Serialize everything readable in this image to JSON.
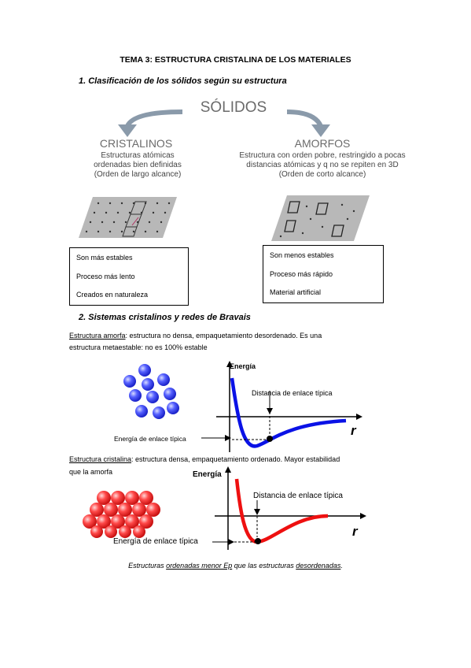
{
  "title": "TEMA 3: ESTRUCTURA CRISTALINA DE LOS MATERIALES",
  "section1": {
    "heading": "1.   Clasificación de los sólidos según su estructura",
    "diagram": {
      "root": "SÓLIDOS",
      "left_title": "CRISTALINOS",
      "left_desc": [
        "Estructuras atómicas",
        "ordenadas bien definidas",
        "(Orden de largo alcance)"
      ],
      "right_title": "AMORFOS",
      "right_desc": [
        "Estructura con orden pobre, restringido a pocas",
        "distancias atómicas y q no se repiten en 3D",
        "(Orden de corto alcance)"
      ],
      "arrow_color": "#8a9aaa",
      "title_color": "#6b6b6b"
    },
    "left_box": [
      "Son más estables",
      "Proceso más lento",
      "Creados en naturaleza"
    ],
    "right_box": [
      "Son menos estables",
      "Proceso más rápido",
      "Material artificial"
    ]
  },
  "section2": {
    "heading": "2.   Sistemas cristalinos y redes de Bravais",
    "amorfa_label": "Estructura amorfa",
    "amorfa_text1": ": estructura no densa, empaquetamiento desordenado. Es una",
    "amorfa_text2": "estructura metaestable: no es 100% estable",
    "graph1": {
      "y_label": "Energía",
      "x_label": "r",
      "distance_label": "Distancia de enlace típica",
      "energy_label": "Energía de enlace típica",
      "curve_color": "#0a12e6"
    },
    "cristalina_label": "Estructura cristalina",
    "cristalina_text1": ": estructura densa, empaquetamiento ordenado. Mayor estabilidad",
    "cristalina_text2": "que la amorfa",
    "graph2": {
      "y_label": "Energía",
      "x_label": "r",
      "distance_label": "Distancia de enlace típica",
      "energy_label": "Energía de enlace típica",
      "curve_color": "#ee1010"
    },
    "conclusion": {
      "part1": "Estructuras ",
      "part2": "ordenadas menor Ep",
      "part3": " que las estructuras ",
      "part4": "desordenadas",
      "part5": "."
    }
  }
}
